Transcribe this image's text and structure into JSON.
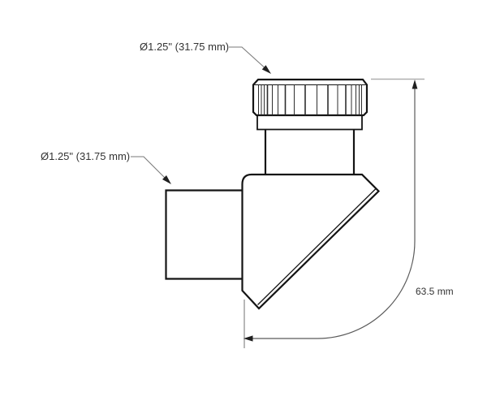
{
  "page": {
    "background": "#ffffff"
  },
  "labels": {
    "top_port_diameter": "Ø1.25\" (31.75 mm)",
    "side_port_diameter": "Ø1.25\" (31.75 mm)",
    "height_dimension": "63.5 mm"
  },
  "colors": {
    "part_outline": "#141414",
    "knurl_line": "#2e2e2e",
    "dimension_line": "#5a5a5a",
    "extension_line": "#b0b0b0",
    "leader_line": "#7a7a7a",
    "arrowhead": "#1f1f1f",
    "label_text": "#333333"
  }
}
